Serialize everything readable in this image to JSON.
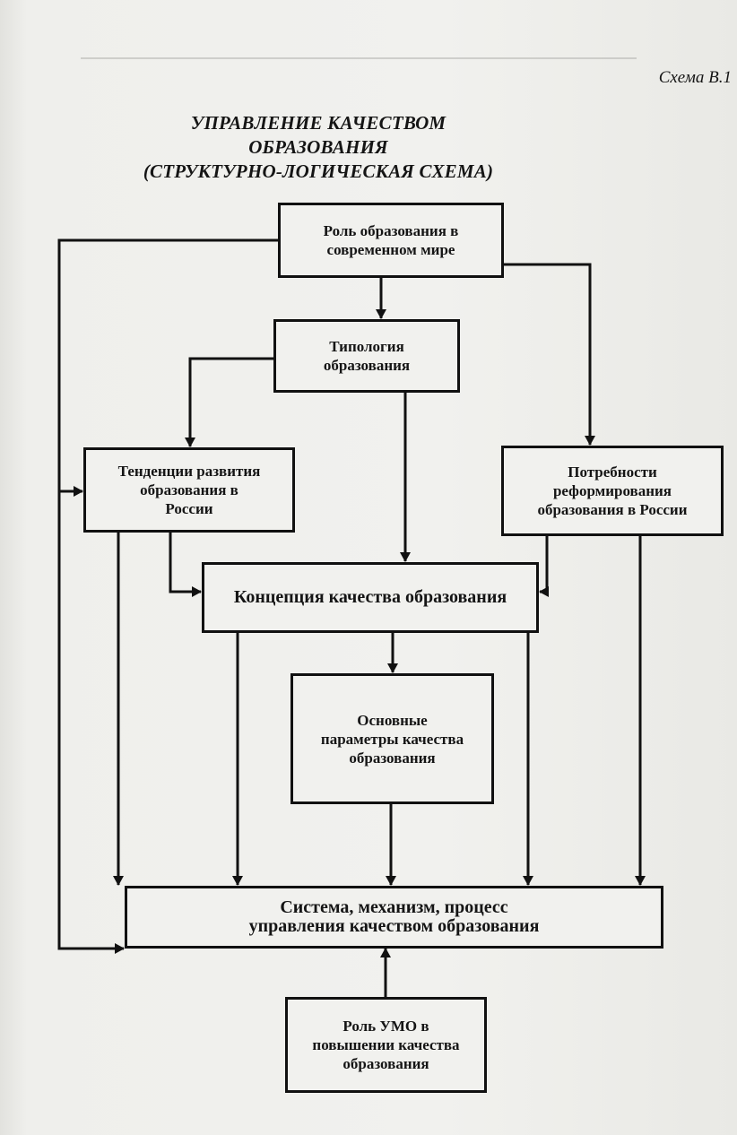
{
  "scheme_label": "Схема В.1",
  "title": {
    "line1": "УПРАВЛЕНИЕ КАЧЕСТВОМ ОБРАЗОВАНИЯ",
    "line2": "(СТРУКТУРНО-ЛОГИЧЕСКАЯ СХЕМА)"
  },
  "nodes": {
    "role": {
      "lines": [
        "Роль образования в",
        "современном мире"
      ]
    },
    "typology": {
      "lines": [
        "Типология",
        "образования"
      ]
    },
    "trends": {
      "lines": [
        "Тенденции развития",
        "образования в",
        "России"
      ]
    },
    "needs": {
      "lines": [
        "Потребности",
        "реформирования",
        "образования в России"
      ]
    },
    "concept": {
      "lines": [
        "Концепция качества образования"
      ]
    },
    "params": {
      "lines": [
        "Основные",
        "параметры качества",
        "образования"
      ]
    },
    "system": {
      "lines": [
        "Система, механизм, процесс",
        "управления качеством образования"
      ]
    },
    "umo": {
      "lines": [
        "Роль УМО в",
        "повышении качества",
        "образования"
      ]
    }
  },
  "colors": {
    "ink": "#111111",
    "paper": "#f1f1ee"
  }
}
